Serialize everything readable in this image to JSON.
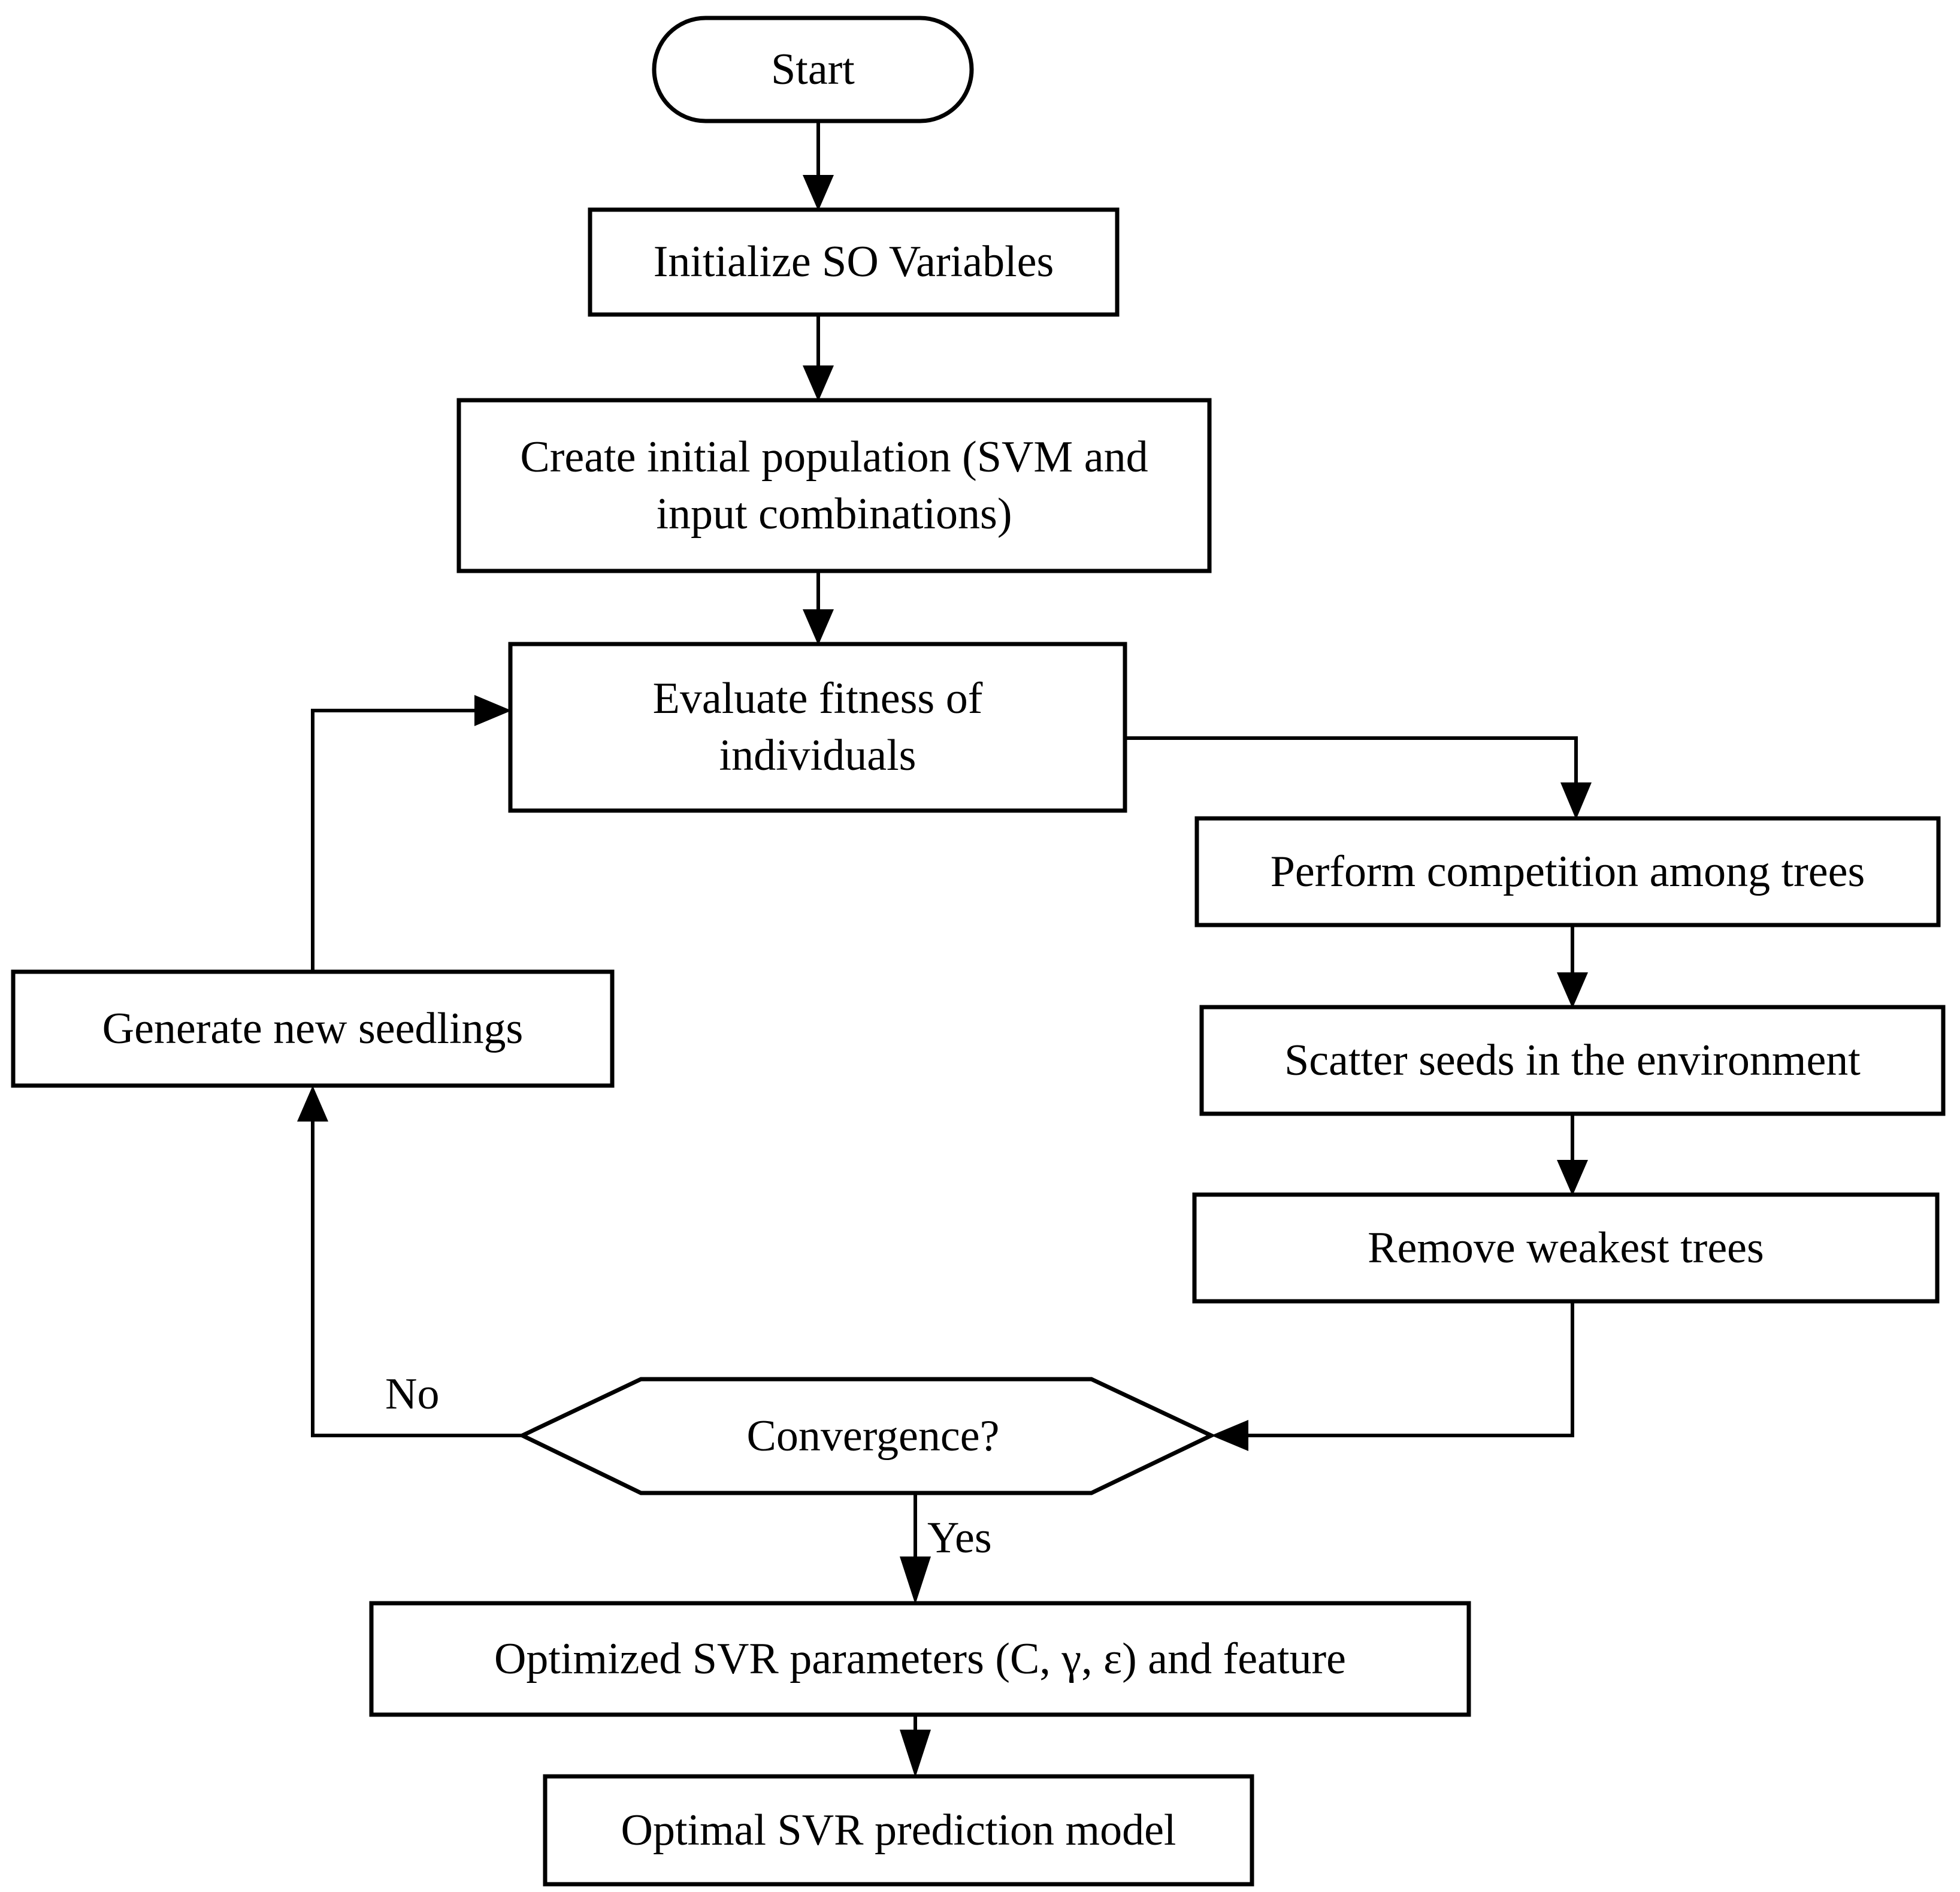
{
  "diagram": {
    "title": "SO-SVR optimization flowchart",
    "background_color": "#ffffff",
    "line_color": "#000000",
    "text_color": "#000000",
    "nodes": {
      "start": {
        "label": "Start",
        "shape": "rounded-terminator"
      },
      "initialize": {
        "label": "Initialize SO Variables",
        "shape": "rectangle"
      },
      "create_population": {
        "label": "Create initial population (SVM and\ninput combinations)",
        "shape": "rectangle"
      },
      "evaluate_fitness": {
        "label": "Evaluate fitness of\nindividuals",
        "shape": "rectangle"
      },
      "perform_competition": {
        "label": "Perform competition among trees",
        "shape": "rectangle"
      },
      "scatter_seeds": {
        "label": "Scatter seeds in the environment",
        "shape": "rectangle"
      },
      "remove_weakest": {
        "label": "Remove weakest trees",
        "shape": "rectangle"
      },
      "generate_seedlings": {
        "label": "Generate new seedlings",
        "shape": "rectangle"
      },
      "convergence": {
        "label": "Convergence?",
        "shape": "hexagon-decision"
      },
      "optimized_parameters": {
        "label": "Optimized SVR parameters (C, γ, ε) and feature",
        "shape": "rectangle"
      },
      "optimal_model": {
        "label": "Optimal SVR prediction model",
        "shape": "rectangle"
      }
    },
    "edge_labels": {
      "no_branch": "No",
      "yes_branch": "Yes"
    }
  }
}
